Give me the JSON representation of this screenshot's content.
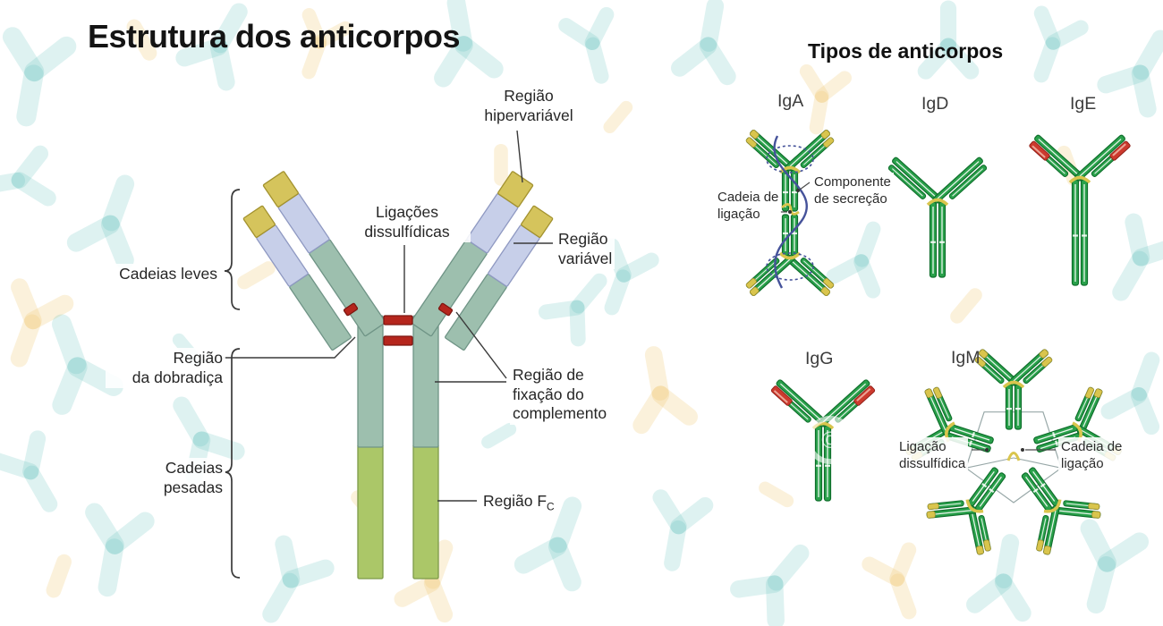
{
  "left_panel": {
    "title": "Estrutura dos anticorpos",
    "labels": {
      "hypervariable_region": "Região\nhipervariável",
      "disulfide_bonds": "Ligações\ndissulfídicas",
      "variable_region": "Região\nvariável",
      "light_chains": "Cadeias leves",
      "hinge_region": "Região\nda dobradiça",
      "complement_fixation_region": "Região de\nfixação do\ncomplemento",
      "heavy_chains": "Cadeias\npesadas",
      "fc_region_prefix": "Região F",
      "fc_region_subscript": "C"
    }
  },
  "right_panel": {
    "title": "Tipos de anticorpos",
    "antibody_types": [
      {
        "label": "IgA"
      },
      {
        "label": "IgD"
      },
      {
        "label": "IgE"
      },
      {
        "label": "IgG"
      },
      {
        "label": "IgM"
      }
    ],
    "labels": {
      "iga_j_chain": "Cadeia de\nligação",
      "iga_secretory_component": "Componente\nde secreção",
      "igm_disulfide_bond": "Ligação\ndissulfídica",
      "igm_j_chain": "Cadeia de\nligação"
    }
  },
  "colors": {
    "antibody_green": "#2aa14b",
    "antibody_green_dark": "#0e6e2b",
    "tip_red": "#cc3a2e",
    "tip_yellow": "#d9c54d",
    "heavy_chain_sage": "#9dbfae",
    "heavy_chain_olive": "#abc768",
    "variable_lavender": "#c7cfe9",
    "hypervariable_yellow": "#d5c45c",
    "disulfide_red": "#b5261d",
    "secretory_navy": "#45529a",
    "background_cyan": "rgba(80,185,182,0.19)",
    "background_cream": "rgba(240,200,110,0.25)"
  }
}
